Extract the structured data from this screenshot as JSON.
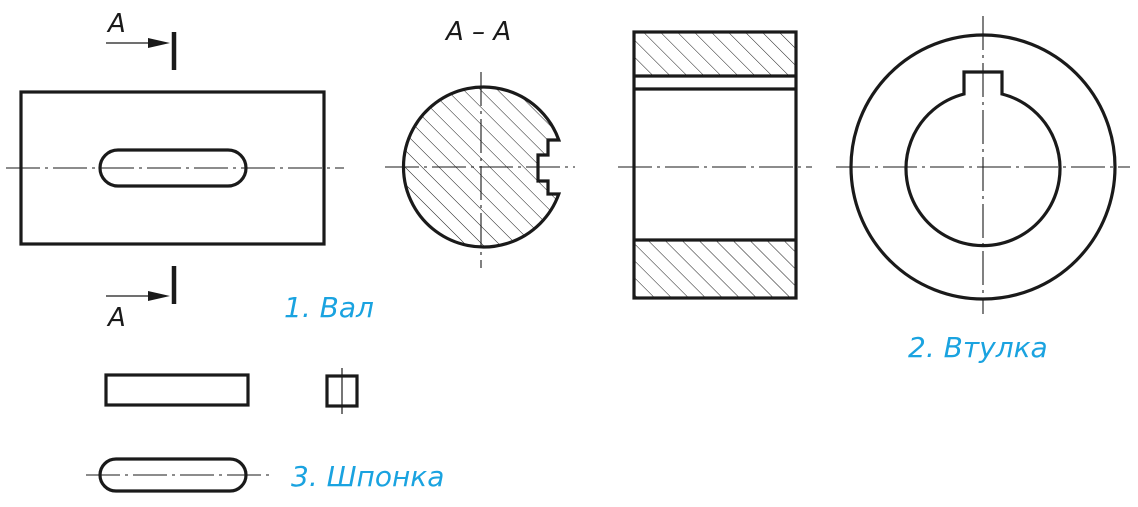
{
  "drawing": {
    "section_marker_top": "A",
    "section_marker_bottom": "A",
    "section_title": "A – A",
    "captions": {
      "shaft": "1. Вал",
      "bushing": "2. Втулка",
      "key": "3. Шпонка"
    }
  },
  "colors": {
    "line": "#1a1a1a",
    "caption": "#1aa3e0",
    "background": "#ffffff"
  }
}
